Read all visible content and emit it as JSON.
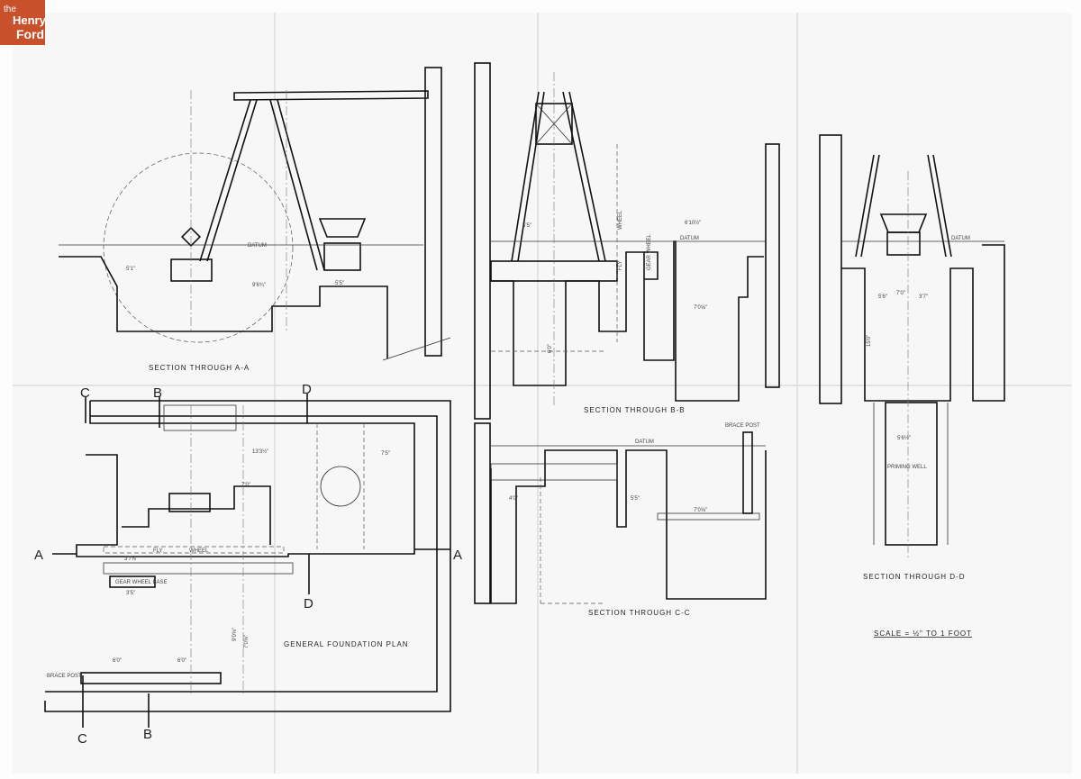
{
  "logo": {
    "line1": "the",
    "line2": "Henry",
    "line3": "Ford",
    "color": "#c8502a"
  },
  "titles": {
    "section_aa": "SECTION THROUGH A-A",
    "section_bb": "SECTION THROUGH B-B",
    "section_cc": "SECTION THROUGH C-C",
    "section_dd": "SECTION THROUGH D-D",
    "plan": "GENERAL FOUNDATION PLAN",
    "scale": "SCALE = ½\" TO 1 FOOT"
  },
  "labels": {
    "datum": "DATUM",
    "fly": "FLY",
    "wheel": "WHEEL",
    "priming_well": "PRIMING WELL",
    "brace_post": "BRACE POST",
    "gear_wheel": "GEAR WHEEL",
    "gear_wheel_base": "GEAR WHEEL BASE"
  },
  "section_marks": {
    "a": "A",
    "b": "B",
    "c": "C",
    "d": "D"
  },
  "dimensions": {
    "aa_1": "9'6¾\"",
    "aa_2": "5'5\"",
    "aa_3": "5'1\"",
    "bb_1": "6'10½\"",
    "bb_2": "7'0⅝\"",
    "bb_3": "5'5\"",
    "bb_4": "6'0\"",
    "cc_1": "7'0⅝\"",
    "cc_2": "4'0\"",
    "cc_3": "5'5\"",
    "dd_1": "7'0\"",
    "dd_2": "5'6\"",
    "dd_3": "3'7\"",
    "dd_4": "15'0\"",
    "dd_5": "5'6½\"",
    "plan_1": "13'3½\"",
    "plan_2": "7'0\"",
    "plan_3": "7'5\"",
    "plan_4": "6'0\"",
    "plan_5": "6'0\"",
    "plan_6": "3'7⅝\"",
    "plan_7": "3'5\"",
    "plan_8": "7'0⅝\"",
    "plan_9": "9'0⅝\""
  }
}
